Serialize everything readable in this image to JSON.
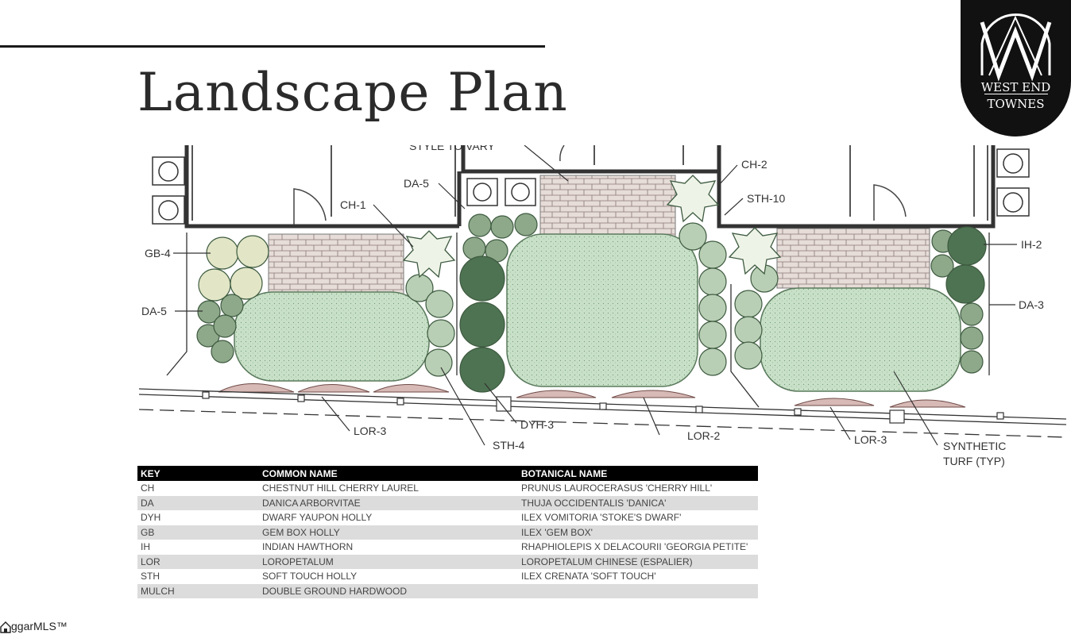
{
  "title": "Landscape Plan",
  "logo": {
    "line1": "WEST END",
    "line2": "TOWNES"
  },
  "plan_labels": [
    {
      "id": "style-to-vary",
      "text": "STYLE TO VARY"
    },
    {
      "id": "ch2",
      "text": "CH-2"
    },
    {
      "id": "da5-top",
      "text": "DA-5"
    },
    {
      "id": "sth10",
      "text": "STH-10"
    },
    {
      "id": "ch1",
      "text": "CH-1"
    },
    {
      "id": "gb4",
      "text": "GB-4"
    },
    {
      "id": "ih2",
      "text": "IH-2"
    },
    {
      "id": "da5-left",
      "text": "DA-5"
    },
    {
      "id": "da3",
      "text": "DA-3"
    },
    {
      "id": "dyh3",
      "text": "DYH-3"
    },
    {
      "id": "lor3-left",
      "text": "LOR-3"
    },
    {
      "id": "lor2",
      "text": "LOR-2"
    },
    {
      "id": "lor3-right",
      "text": "LOR-3"
    },
    {
      "id": "sth4",
      "text": "STH-4"
    },
    {
      "id": "synthetic",
      "text": "SYNTHETIC"
    },
    {
      "id": "turf",
      "text": "TURF (TYP)"
    }
  ],
  "key_table": {
    "headers": [
      "KEY",
      "COMMON NAME",
      "BOTANICAL NAME"
    ],
    "rows": [
      [
        "CH",
        "CHESTNUT HILL CHERRY LAUREL",
        "PRUNUS LAUROCERASUS 'CHERRY HILL'"
      ],
      [
        "DA",
        "DANICA ARBORVITAE",
        "THUJA OCCIDENTALIS 'DANICA'"
      ],
      [
        "DYH",
        "DWARF YAUPON HOLLY",
        "ILEX VOMITORIA 'STOKE'S DWARF'"
      ],
      [
        "GB",
        "GEM BOX HOLLY",
        "ILEX 'GEM BOX'"
      ],
      [
        "IH",
        "INDIAN HAWTHORN",
        "RHAPHIOLEPIS X DELACOURII 'GEORGIA PETITE'"
      ],
      [
        "LOR",
        "LOROPETALUM",
        "LOROPETALUM CHINESE (ESPALIER)"
      ],
      [
        "STH",
        "SOFT TOUCH HOLLY",
        "ILEX CRENATA 'SOFT TOUCH'"
      ],
      [
        "MULCH",
        "DOUBLE GROUND HARDWOOD",
        ""
      ]
    ]
  },
  "footer": {
    "brand": "ggarMLS™"
  }
}
